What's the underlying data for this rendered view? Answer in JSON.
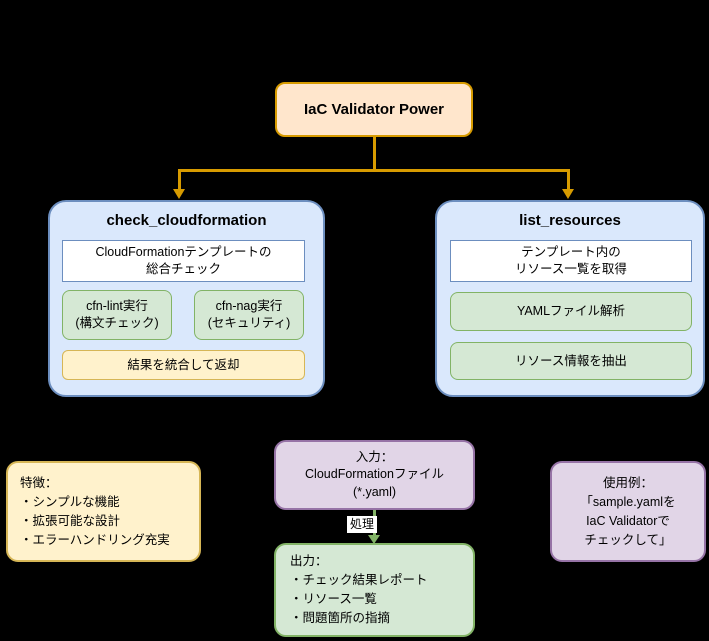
{
  "root": {
    "title": "IaC Validator Power"
  },
  "check_cloudformation": {
    "title": "check_cloudformation",
    "desc_line1": "CloudFormationテンプレートの",
    "desc_line2": "総合チェック",
    "step1_line1": "cfn-lint実行",
    "step1_line2": "(構文チェック)",
    "step2_line1": "cfn-nag実行",
    "step2_line2": "(セキュリティ)",
    "result": "結果を統合して返却"
  },
  "list_resources": {
    "title": "list_resources",
    "desc_line1": "テンプレート内の",
    "desc_line2": "リソース一覧を取得",
    "step1": "YAMLファイル解析",
    "step2": "リソース情報を抽出"
  },
  "features": {
    "title": "特徴：",
    "items": [
      "・シンプルな機能",
      "・拡張可能な設計",
      "・エラーハンドリング充実"
    ]
  },
  "input": {
    "line1": "入力：",
    "line2": "CloudFormationファイル",
    "line3": "(*.yaml)"
  },
  "process_label": "処理",
  "output": {
    "title": "出力：",
    "items": [
      "・チェック結果レポート",
      "・リソース一覧",
      "・問題箇所の指摘"
    ]
  },
  "usage": {
    "line1": "使用例：",
    "line2": "「sample.yamlを",
    "line3": "IaC Validatorで",
    "line4": "チェックして」"
  },
  "colors": {
    "background": "#000000",
    "root_fill": "#ffe6cc",
    "root_stroke": "#d79b00",
    "group_fill": "#dae8fc",
    "group_stroke": "#6c8ebf",
    "green_fill": "#d5e8d4",
    "green_stroke": "#82b366",
    "yellow_fill": "#fff2cc",
    "yellow_stroke": "#d6b656",
    "purple_fill": "#e1d5e7",
    "purple_stroke": "#9673a6",
    "tree_arrow": "#d79b00",
    "process_arrow": "#82b366"
  }
}
